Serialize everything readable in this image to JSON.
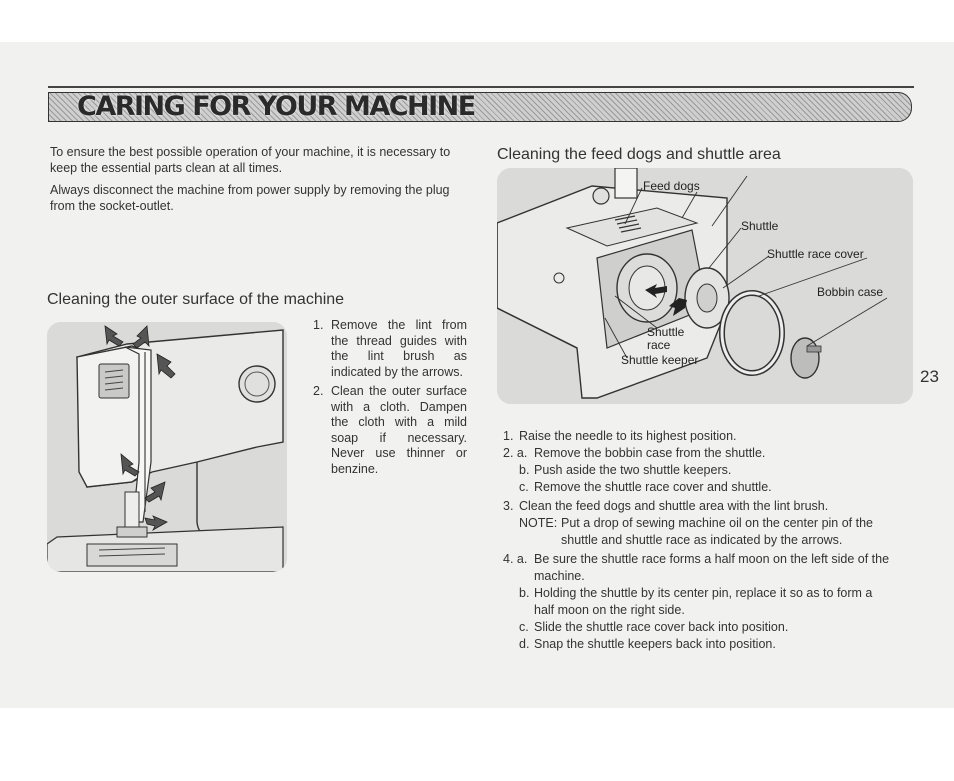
{
  "page": {
    "title": "CARING FOR YOUR MACHINE",
    "page_number": "23"
  },
  "intro": {
    "p1": "To ensure the best possible operation of your machine, it is necessary to keep the essential parts clean at all times.",
    "p2": "Always disconnect the machine from power supply by removing the plug from the socket-outlet."
  },
  "outer": {
    "heading": "Cleaning the outer surface of the machine",
    "steps": [
      {
        "num": "1.",
        "text": "Remove the lint from the thread guides with the lint brush as indicated by the arrows."
      },
      {
        "num": "2.",
        "text": "Clean the outer surface with a cloth. Dampen the cloth with a mild soap if necessary. Never use thinner or benzine."
      }
    ]
  },
  "feed": {
    "heading": "Cleaning the feed dogs and shuttle area",
    "labels": {
      "feed_dogs": "Feed dogs",
      "shuttle": "Shuttle",
      "shuttle_race_cover": "Shuttle race cover",
      "bobbin_case": "Bobbin case",
      "shuttle_race_1": "Shuttle",
      "shuttle_race_2": "race",
      "shuttle_keeper": "Shuttle keeper"
    },
    "steps": [
      {
        "num": "1.",
        "text": "Raise the needle to its highest position."
      },
      {
        "num": "2. a.",
        "text": "Remove the bobbin case from the shuttle."
      },
      {
        "num": "b.",
        "text": "Push aside the two shuttle keepers."
      },
      {
        "num": "c.",
        "text": "Remove the shuttle race cover and shuttle."
      },
      {
        "num": "3.",
        "text": "Clean the feed dogs and shuttle area with the lint brush."
      },
      {
        "num": "NOTE:",
        "text": "Put a drop of sewing machine oil on the center pin of the"
      },
      {
        "num": "",
        "text": "shuttle and shuttle race as indicated by the arrows."
      },
      {
        "num": "4. a.",
        "text": "Be sure the shuttle race forms a half moon on the left side of the"
      },
      {
        "num": "",
        "text": "machine."
      },
      {
        "num": "b.",
        "text": "Holding the shuttle by its center pin, replace it so as to form a"
      },
      {
        "num": "",
        "text": "half moon on the right side."
      },
      {
        "num": "c.",
        "text": "Slide the shuttle race cover back into position."
      },
      {
        "num": "d.",
        "text": "Snap the shuttle keepers back into position."
      }
    ]
  },
  "icons": {
    "outer_illustration": "sewing-machine-illustration",
    "feed_illustration": "shuttle-area-illustration",
    "arrow": "arrow-icon"
  }
}
